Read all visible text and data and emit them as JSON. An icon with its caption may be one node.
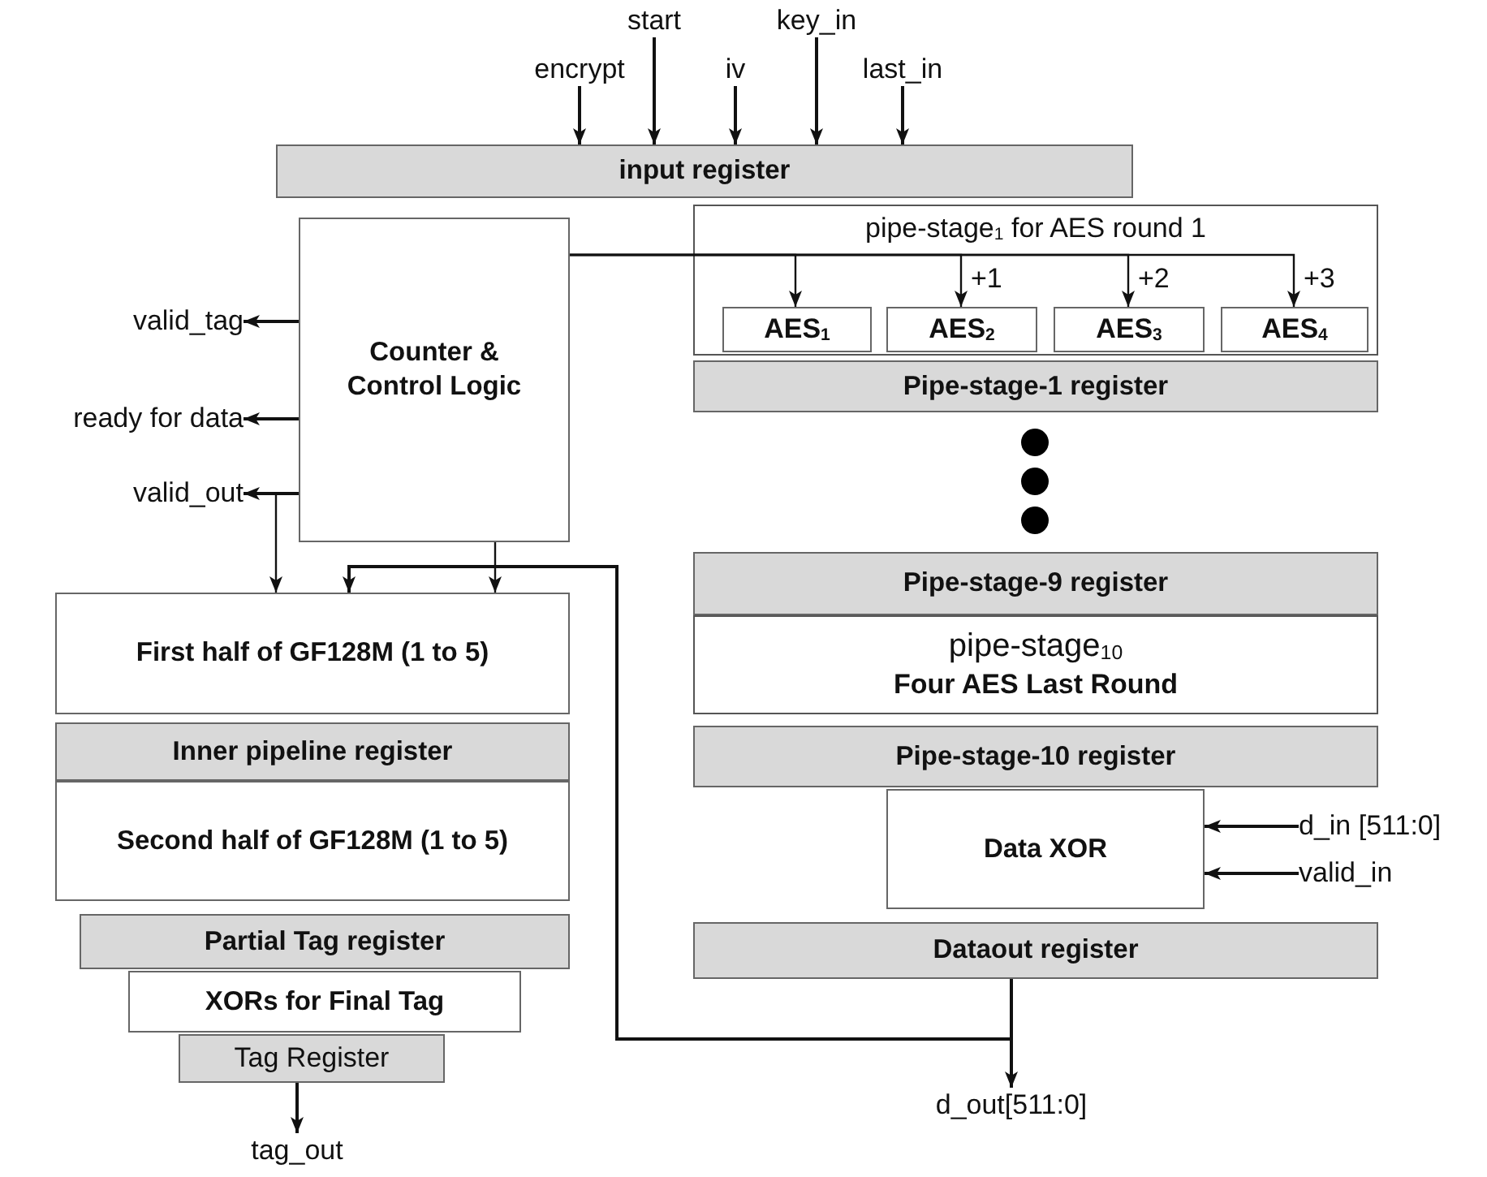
{
  "diagram": {
    "nodes": [
      {
        "text": [
          "encrypt"
        ]
      },
      {
        "text": [
          "start"
        ]
      },
      {
        "text": [
          "iv"
        ]
      },
      {
        "text": [
          "key_in"
        ]
      },
      {
        "text": [
          "last_in"
        ]
      },
      {
        "text": [
          "input register"
        ]
      },
      {
        "text": [
          "pipe-stage$_{1}$ for AES round 1"
        ]
      },
      {
        "text": [
          "AES$_{1}$"
        ],
        "in": 6
      },
      {
        "text": [
          "AES$_{2}$"
        ],
        "in": 6
      },
      {
        "text": [
          "AES$_{3}$"
        ],
        "in": 6
      },
      {
        "text": [
          "AES$_{4}$"
        ],
        "in": 6
      },
      {
        "text": [
          "Pipe-stage-1 register"
        ]
      },
      {
        "text": [
          "Counter & Control Logic"
        ]
      },
      {
        "text": [
          "valid_tag"
        ]
      },
      {
        "text": [
          "ready for data"
        ]
      },
      {
        "text": [
          "valid_out"
        ]
      },
      {
        "text": [
          "First half of GF128M (1 to 5)"
        ]
      },
      {
        "text": [
          "Inner pipeline register"
        ]
      },
      {
        "text": [
          "Second half of GF128M (1 to 5)"
        ]
      },
      {
        "text": [
          "Partial Tag register"
        ]
      },
      {
        "text": [
          "XORs for Final Tag"
        ]
      },
      {
        "text": [
          "Tag Register"
        ]
      },
      {
        "text": [
          "tag_out"
        ]
      },
      {
        "text": [
          "Pipe-stage-9 register"
        ]
      },
      {
        "text": [
          "pipe-stage$_{10}$",
          "Four AES Last Round"
        ]
      },
      {
        "text": [
          "Pipe-stage-10 register"
        ]
      },
      {
        "text": [
          "Data XOR"
        ]
      },
      {
        "text": [
          "d_in [511:0]"
        ]
      },
      {
        "text": [
          "valid_in"
        ]
      },
      {
        "text": [
          "Dataout register"
        ]
      },
      {
        "text": [
          "d_out[511:0]"
        ]
      }
    ],
    "edges": [
      {
        "from": 0,
        "to": 5,
        "arrow": "to"
      },
      {
        "from": 1,
        "to": 5,
        "arrow": "to"
      },
      {
        "from": 2,
        "to": 5,
        "arrow": "to"
      },
      {
        "from": 3,
        "to": 5,
        "arrow": "to"
      },
      {
        "from": 4,
        "to": 5,
        "arrow": "to"
      },
      {
        "from": 12,
        "to": 13,
        "arrow": "to"
      },
      {
        "from": 12,
        "to": 14,
        "arrow": "to"
      },
      {
        "from": 12,
        "to": 15,
        "arrow": "to"
      },
      {
        "from": 12,
        "to": 7,
        "arrow": "to"
      },
      {
        "from": 12,
        "to": 8,
        "arrow": "to",
        "label": "+1"
      },
      {
        "from": 12,
        "to": 9,
        "arrow": "to",
        "label": "+2"
      },
      {
        "from": 12,
        "to": 10,
        "arrow": "to",
        "label": "+3"
      },
      {
        "from": 12,
        "to": 16,
        "arrow": "to"
      },
      {
        "from": 12,
        "to": 16,
        "arrow": "to"
      },
      {
        "from": 29,
        "to": 16,
        "arrow": "to"
      },
      {
        "from": 29,
        "to": 30,
        "arrow": "to"
      },
      {
        "from": 21,
        "to": 22,
        "arrow": "to"
      },
      {
        "from": 27,
        "to": 26,
        "arrow": "to"
      },
      {
        "from": 28,
        "to": 26,
        "arrow": "to"
      }
    ]
  }
}
